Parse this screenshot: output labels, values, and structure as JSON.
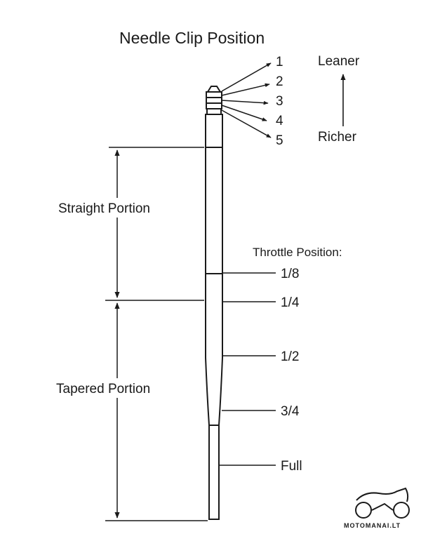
{
  "diagram": {
    "title": "Needle Clip Position",
    "clip_positions": [
      "1",
      "2",
      "3",
      "4",
      "5"
    ],
    "direction_top": "Leaner",
    "direction_bottom": "Richer",
    "straight_label": "Straight Portion",
    "tapered_label": "Tapered Portion",
    "throttle_title": "Throttle Position:",
    "throttle_marks": [
      "1/8",
      "1/4",
      "1/2",
      "3/4",
      "Full"
    ],
    "watermark": "MOTOMANAI.LT",
    "colors": {
      "ink": "#1a1a1a",
      "background": "#ffffff"
    }
  }
}
